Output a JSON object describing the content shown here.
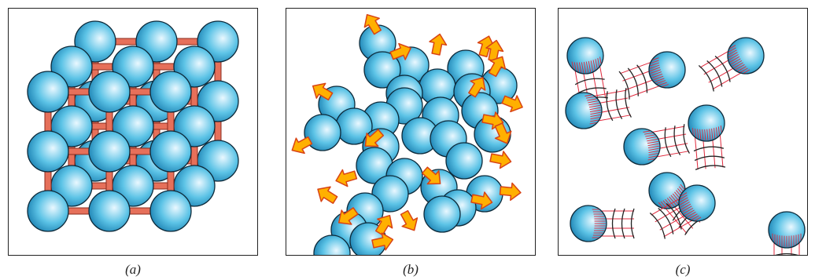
{
  "panels": [
    {
      "id": "a",
      "caption": "(a)"
    },
    {
      "id": "b",
      "caption": "(b)"
    },
    {
      "id": "c",
      "caption": "(c)"
    }
  ],
  "colors": {
    "sphere_light": "#eaf8ff",
    "sphere_mid": "#5cc3e6",
    "sphere_dark": "#1a7fb0",
    "bond": "#e6705a",
    "bond_edge": "#8a2b1d",
    "arrow_fill": "#ffb000",
    "arrow_edge": "#d84315",
    "stripe": "#e0283c",
    "motion_line": "#222222"
  }
}
